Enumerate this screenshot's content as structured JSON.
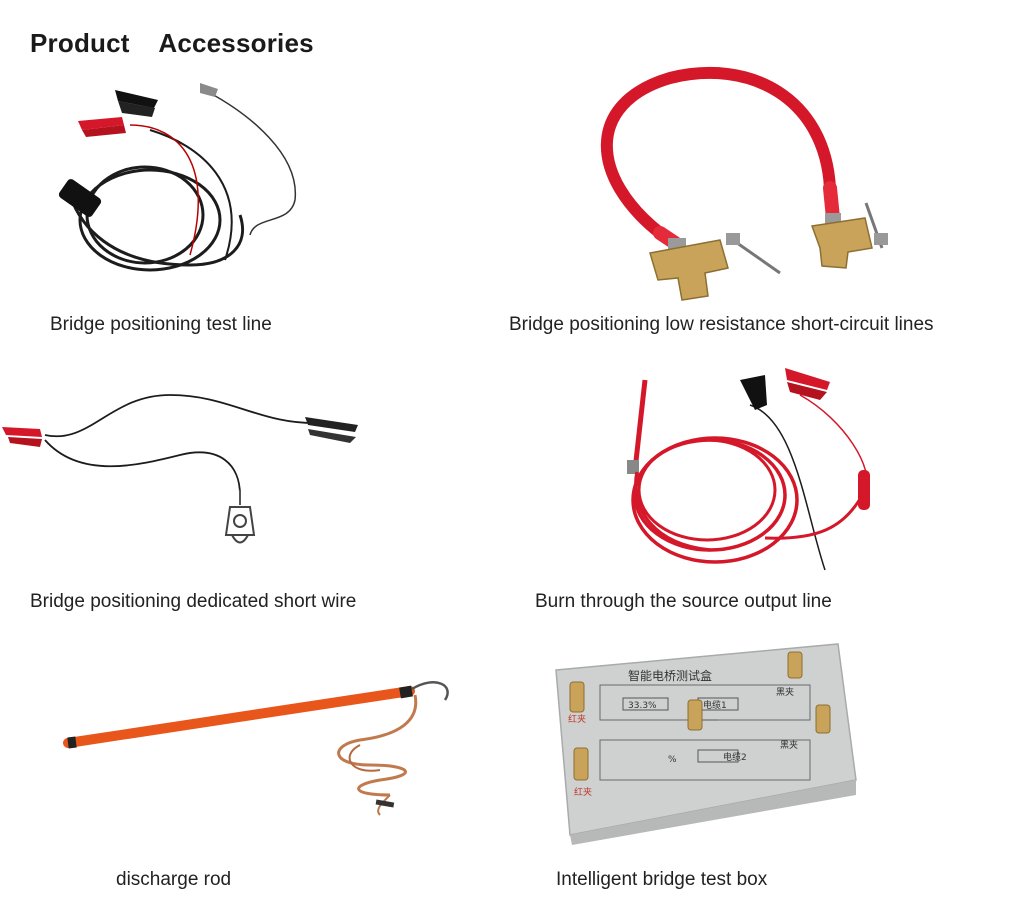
{
  "page": {
    "title": "Product    Accessories"
  },
  "items": [
    {
      "caption": "Bridge positioning test line",
      "image": "test-line-clips-icon"
    },
    {
      "caption": "Bridge positioning low resistance short-circuit lines",
      "image": "red-short-circuit-cable-icon"
    },
    {
      "caption": "Bridge positioning dedicated short wire",
      "image": "short-wire-clips-icon"
    },
    {
      "caption": "Burn through the source output line",
      "image": "red-output-line-icon"
    },
    {
      "caption": "discharge rod",
      "image": "discharge-rod-icon"
    },
    {
      "caption": "Intelligent bridge test box",
      "image": "bridge-test-box-icon"
    }
  ],
  "test_box": {
    "label_title": "智能电桥测试盒",
    "label_percent": "33.3%",
    "label_red": "红夹",
    "label_red_2": "红夹",
    "label_black": "黑夹",
    "label_black_2": "黑夹",
    "label_cable1": "电缆1",
    "label_cable2": "电缆2",
    "label_pct2": "%"
  },
  "colors": {
    "red_cable": "#d4182a",
    "black_cable": "#1c1c1c",
    "rod_orange": "#e8561b",
    "box_gray": "#cfd1d0",
    "brass": "#c9a35a"
  }
}
